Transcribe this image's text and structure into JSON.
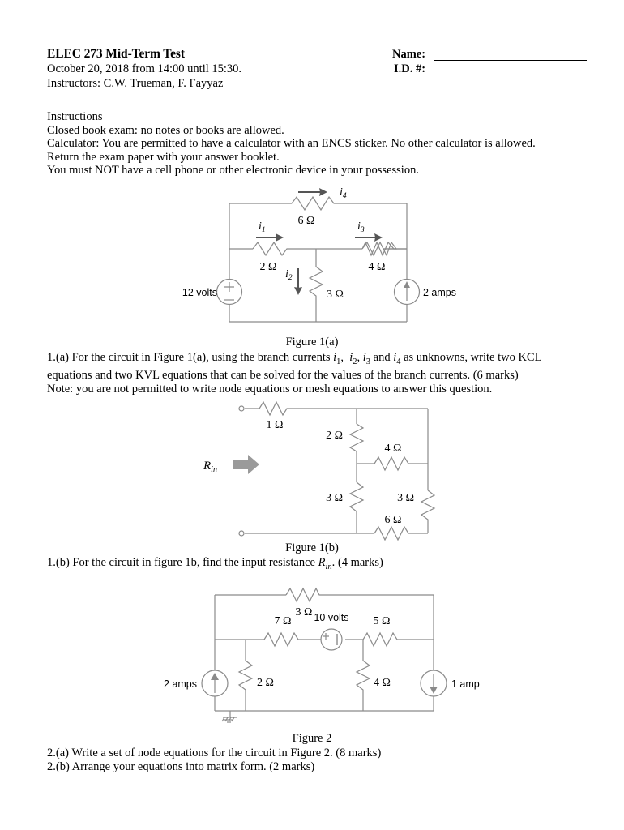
{
  "header": {
    "title": "ELEC 273 Mid-Term Test",
    "date_line": "October 20, 2018 from 14:00 until 15:30.",
    "instructors_line": "Instructors: C.W. Trueman, F. Fayyaz",
    "name_label": "Name:",
    "id_label": "I.D. #:"
  },
  "instructions": {
    "heading": "Instructions",
    "line1": "Closed book exam: no notes or books are allowed.",
    "line2": "Calculator: You are permitted to have a calculator with an ENCS sticker. No other calculator is allowed.",
    "line3": "Return the exam paper with your answer booklet.",
    "line4": "You must NOT have a cell phone or other electronic device in your possession."
  },
  "figure1a": {
    "caption": "Figure 1(a)",
    "source_voltage": "12 volts",
    "source_current": "2 amps",
    "r_top": "6 Ω",
    "r_left": "2 Ω",
    "r_mid": "3 Ω",
    "r_right": "4 Ω",
    "i1": "i",
    "i1_sub": "1",
    "i2": "i",
    "i2_sub": "2",
    "i3": "i",
    "i3_sub": "3",
    "i4": "i",
    "i4_sub": "4"
  },
  "question1a": {
    "line1": "1.(a) For the circuit in Figure 1(a), using the branch currents i₁,  i₂, i₃ and i₄ as unknowns, write two KCL",
    "line2": "equations and two KVL equations that can be solved for the values of the branch currents. (6 marks)",
    "line3": "Note: you are not permitted to write node equations or mesh equations to answer this question."
  },
  "figure1b": {
    "caption": "Figure 1(b)",
    "rin_label": "R",
    "rin_sub": "in",
    "r_1ohm": "1 Ω",
    "r_2ohm": "2 Ω",
    "r_4ohm": "4 Ω",
    "r_3ohm_left": "3 Ω",
    "r_3ohm_right": "3 Ω",
    "r_6ohm": "6 Ω"
  },
  "question1b": {
    "line1": "1.(b) For the circuit in figure 1b, find the input resistance Rⁱⁿ.  (4 marks)",
    "text_before": "1.(b) For the circuit in figure 1b, find the input resistance ",
    "rin": "R",
    "rin_sub": "in",
    "text_after": ".  (4 marks)"
  },
  "figure2": {
    "caption": "Figure 2",
    "source_left": "2 amps",
    "source_right": "1 amp",
    "source_voltage": "10 volts",
    "r_top": "3 Ω",
    "r_7ohm": "7 Ω",
    "r_5ohm": "5 Ω",
    "r_2ohm": "2 Ω",
    "r_4ohm": "4 Ω"
  },
  "question2": {
    "line1": "2.(a) Write a set of node equations for the circuit in Figure 2. (8 marks)",
    "line2": "2.(b) Arrange your equations into matrix form. (2 marks)"
  },
  "colors": {
    "wire": "#8a8a8a",
    "wire_dark": "#000000",
    "arrow_gray": "#8a8a8a",
    "text": "#000000"
  }
}
